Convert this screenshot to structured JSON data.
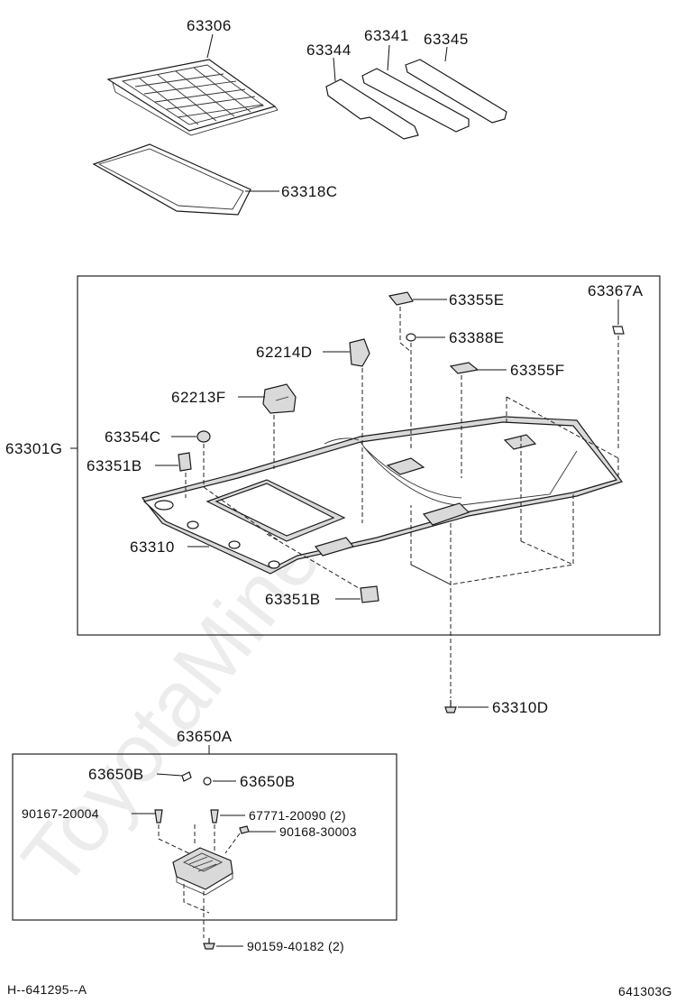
{
  "watermark": "ToyotaMine.ru",
  "footer": {
    "left_code": "H--641295--A",
    "right_code": "641303G"
  },
  "labels": {
    "p63306": "63306",
    "p63344": "63344",
    "p63341": "63341",
    "p63345": "63345",
    "p63318C": "63318C",
    "p63355E": "63355E",
    "p63367A": "63367A",
    "p62214D": "62214D",
    "p63388E": "63388E",
    "p63355F": "63355F",
    "p62213F": "62213F",
    "p63354C": "63354C",
    "p63301G": "63301G",
    "p63351B_top": "63351B",
    "p63310": "63310",
    "p63351B_bottom": "63351B",
    "p63310D": "63310D",
    "p63650A": "63650A",
    "p63650B_left": "63650B",
    "p63650B_right": "63650B",
    "p90167": "90167-20004",
    "p67771": "67771-20090 (2)",
    "p90168": "90168-30003",
    "p90159": "90159-40182 (2)"
  }
}
